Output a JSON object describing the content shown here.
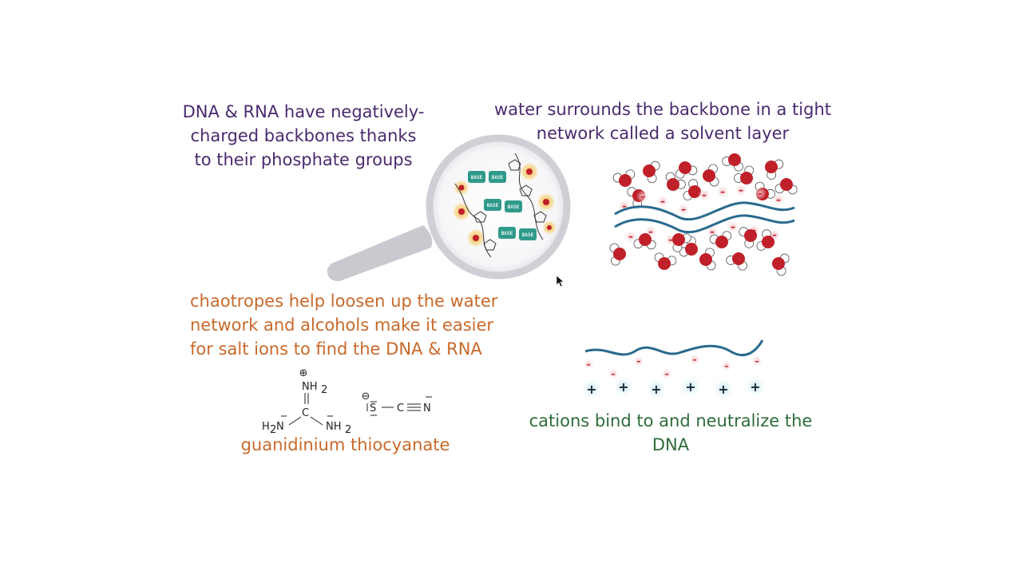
{
  "captions": {
    "backbone": "DNA & RNA have negatively-charged backbones thanks to their phosphate groups",
    "water": "water surrounds the backbone in a tight network called a solvent layer",
    "chaotropes": "chaotropes help loosen up the water network and alcohols make it easier for salt ions to find the DNA & RNA",
    "compound": "guanidinium thiocyanate",
    "cations": "cations bind to and neutralize the DNA"
  },
  "molecule": {
    "nh2_top": "NH",
    "nh2_left": "H",
    "n_left": "N",
    "nh2_right": "NH",
    "carbon": "C",
    "sub2": "2",
    "plus": "⊕",
    "minus": "⊖",
    "s": "S",
    "c": "C",
    "n": "N"
  },
  "bases": {
    "label": "BASE"
  },
  "cations": {
    "symbol": "+"
  },
  "charges": {
    "symbol": "–"
  },
  "colors": {
    "purple_text": "#4a2a6e",
    "orange_text": "#c8692a",
    "green_text": "#2e6b3a",
    "strand": "#2a6a8e",
    "oxygen": "#c0202a",
    "base_box": "#2f9a8a",
    "phosphate": "#e8a040"
  }
}
